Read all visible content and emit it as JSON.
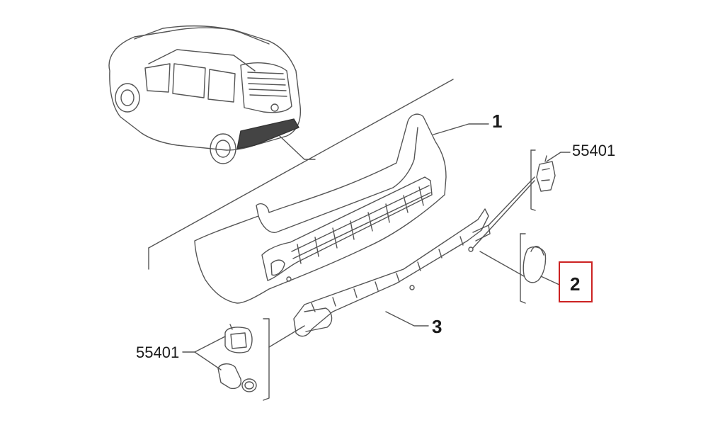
{
  "callouts": {
    "part_1": "1",
    "part_2": "2",
    "part_3": "3",
    "ref_top": "55401",
    "ref_bottom": "55401"
  },
  "colors": {
    "line": "#555555",
    "highlight": "#cc2222"
  },
  "highlighted_part": "2"
}
